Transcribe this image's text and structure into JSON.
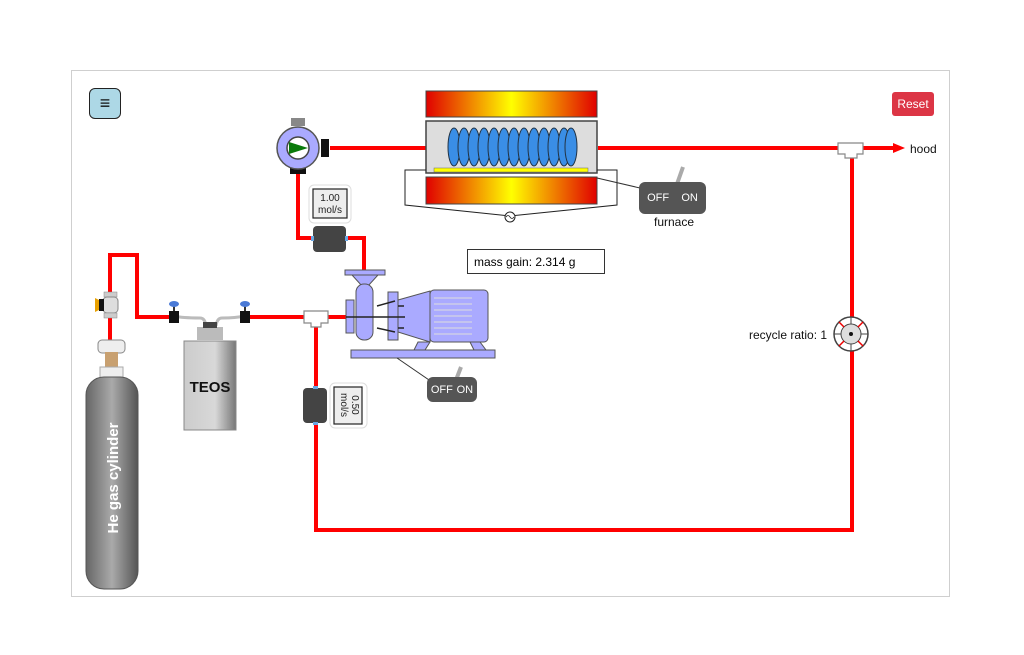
{
  "app": {
    "menu_icon": "hamburger-menu-icon",
    "menu_glyph": "≡",
    "reset_label": "Reset"
  },
  "labels": {
    "hood": "hood",
    "recycle_ratio": "recycle ratio: 1",
    "furnace": "furnace",
    "mass_gain": "mass gain: 2.314 g",
    "teos": "TEOS",
    "cylinder": "He gas cylinder"
  },
  "flow_controllers": {
    "top": {
      "value": "1.00",
      "unit": "mol/s"
    },
    "recycle": {
      "value": "0.50",
      "unit": "mol/s"
    }
  },
  "switches": {
    "furnace": {
      "off_label": "OFF",
      "on_label": "ON",
      "state": "off"
    },
    "pump": {
      "off_label": "OFF",
      "on_label": "ON",
      "state": "off"
    }
  },
  "colors": {
    "pipe": "#ff0000",
    "reset_bg": "#dc3545",
    "menu_bg": "#add8e6",
    "pump_body": "#aaaaff",
    "coil": "#3a8ee6",
    "switch_bg": "#555555"
  }
}
